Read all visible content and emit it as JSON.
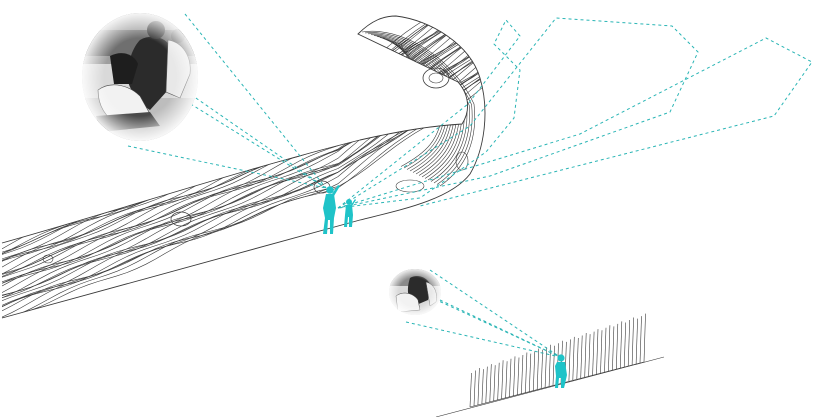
{
  "colors": {
    "background": "#ffffff",
    "contour_line": "#3a3a3a",
    "sightline": "#2ab5b5",
    "figure": "#1fc3c8",
    "photo_dark": "#2b2b2b",
    "photo_light": "#d9d9d9"
  },
  "scene": {
    "upper_view": {
      "structure": "curved-contoured-ribbon",
      "figures": [
        "adult-silhouette",
        "child-silhouette"
      ],
      "photo_vignette": "vintage-baseball-photo-large"
    },
    "lower_view": {
      "structure": "picket-fence",
      "figures": [
        "adult-silhouette"
      ],
      "photo_vignette": "vintage-baseball-photo-small"
    }
  }
}
